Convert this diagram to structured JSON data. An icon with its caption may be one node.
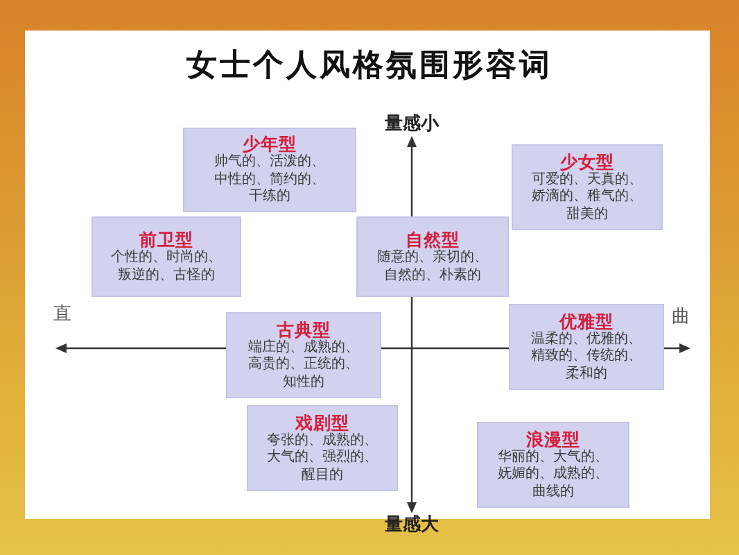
{
  "diagram": {
    "title": "女士个人风格氛围形容词",
    "nodes": [
      {
        "text": [
          "少年型",
          "帅气的、活泼的、中性的、简约的、干练的"
        ]
      },
      {
        "text": [
          "少女型",
          "可爱的、天真的、娇滴的、稚气的、甜美的"
        ]
      },
      {
        "text": [
          "前卫型",
          "个性的、时尚的、叛逆的、古怪的"
        ]
      },
      {
        "text": [
          "自然型",
          "随意的、亲切的、自然的、朴素的"
        ]
      },
      {
        "text": [
          "古典型",
          "端庄的、成熟的、高贵的、正统的、知性的"
        ]
      },
      {
        "text": [
          "优雅型",
          "温柔的、优雅的、精致的、传统的、柔和的"
        ]
      },
      {
        "text": [
          "戏剧型",
          "夸张的、成熟的、大气的、强烈的、醒目的"
        ]
      },
      {
        "text": [
          "浪漫型",
          "华丽的、大气的、妩媚的、成熟的、曲线的"
        ]
      }
    ],
    "labels": [
      "量感小",
      "直",
      "曲",
      "量感大"
    ]
  }
}
